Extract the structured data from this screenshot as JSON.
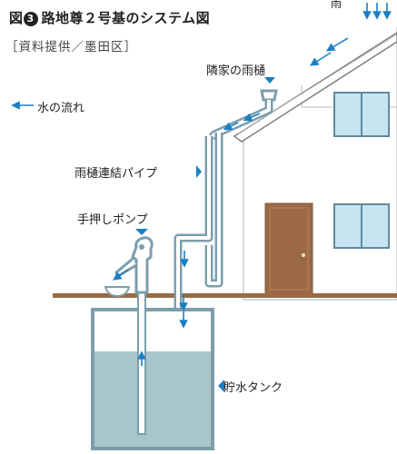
{
  "header": {
    "figure_label": "図",
    "figure_number": "3",
    "title": "路地尊２号基のシステム図",
    "source": "［資料提供／墨田区］"
  },
  "labels": {
    "rain": "雨",
    "neighbor_gutter": "隣家の雨樋",
    "water_flow": "水の流れ",
    "downpipe": "雨樋連結パイプ",
    "hand_pump": "手押しポンプ",
    "water_tank": "貯水タンク"
  },
  "colors": {
    "pipe_outline": "#7c9eac",
    "water": "#a6c6cc",
    "accent_blue": "#1a7fc4",
    "ground": "#9a6a43",
    "door": "#9b6a45",
    "window_fill": "#c7e4f1",
    "window_frame": "#5f8aa0",
    "wall": "#b9b9b9"
  }
}
